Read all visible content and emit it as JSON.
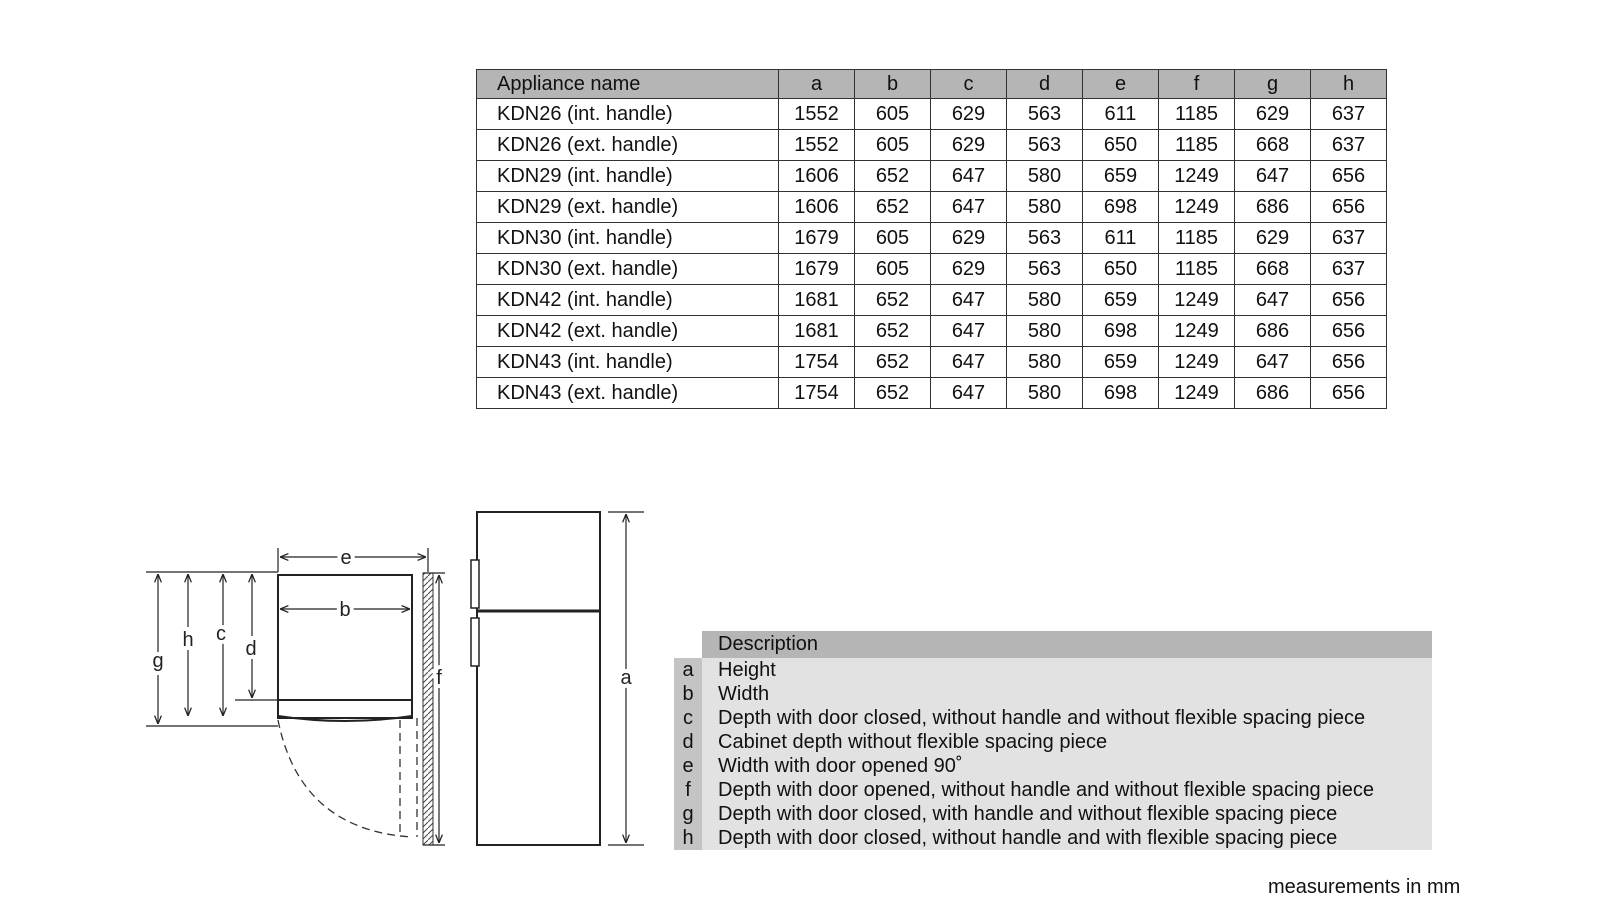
{
  "dimensions_table": {
    "headers": [
      "Appliance name",
      "a",
      "b",
      "c",
      "d",
      "e",
      "f",
      "g",
      "h"
    ],
    "rows": [
      [
        "KDN26 (int. handle)",
        "1552",
        "605",
        "629",
        "563",
        "611",
        "1185",
        "629",
        "637"
      ],
      [
        "KDN26 (ext. handle)",
        "1552",
        "605",
        "629",
        "563",
        "650",
        "1185",
        "668",
        "637"
      ],
      [
        "KDN29 (int. handle)",
        "1606",
        "652",
        "647",
        "580",
        "659",
        "1249",
        "647",
        "656"
      ],
      [
        "KDN29 (ext. handle)",
        "1606",
        "652",
        "647",
        "580",
        "698",
        "1249",
        "686",
        "656"
      ],
      [
        "KDN30 (int. handle)",
        "1679",
        "605",
        "629",
        "563",
        "611",
        "1185",
        "629",
        "637"
      ],
      [
        "KDN30 (ext. handle)",
        "1679",
        "605",
        "629",
        "563",
        "650",
        "1185",
        "668",
        "637"
      ],
      [
        "KDN42 (int. handle)",
        "1681",
        "652",
        "647",
        "580",
        "659",
        "1249",
        "647",
        "656"
      ],
      [
        "KDN42 (ext. handle)",
        "1681",
        "652",
        "647",
        "580",
        "698",
        "1249",
        "686",
        "656"
      ],
      [
        "KDN43 (int. handle)",
        "1754",
        "652",
        "647",
        "580",
        "659",
        "1249",
        "647",
        "656"
      ],
      [
        "KDN43 (ext. handle)",
        "1754",
        "652",
        "647",
        "580",
        "698",
        "1249",
        "686",
        "656"
      ]
    ]
  },
  "description": {
    "title": "Description",
    "items": [
      {
        "key": "a",
        "text": "Height"
      },
      {
        "key": "b",
        "text": "Width"
      },
      {
        "key": "c",
        "text": "Depth with door closed, without handle and without flexible spacing piece"
      },
      {
        "key": "d",
        "text": "Cabinet depth without flexible spacing piece"
      },
      {
        "key": "e",
        "text": "Width with door opened 90˚"
      },
      {
        "key": "f",
        "text": "Depth with door opened, without handle and without flexible spacing piece"
      },
      {
        "key": "g",
        "text": "Depth with door closed, with handle and without flexible spacing piece"
      },
      {
        "key": "h",
        "text": "Depth with door closed, without handle and with flexible spacing piece"
      }
    ]
  },
  "drawing_labels": {
    "a": "a",
    "b": "b",
    "c": "c",
    "d": "d",
    "e": "e",
    "f": "f",
    "g": "g",
    "h": "h"
  },
  "units_note": "measurements in mm"
}
